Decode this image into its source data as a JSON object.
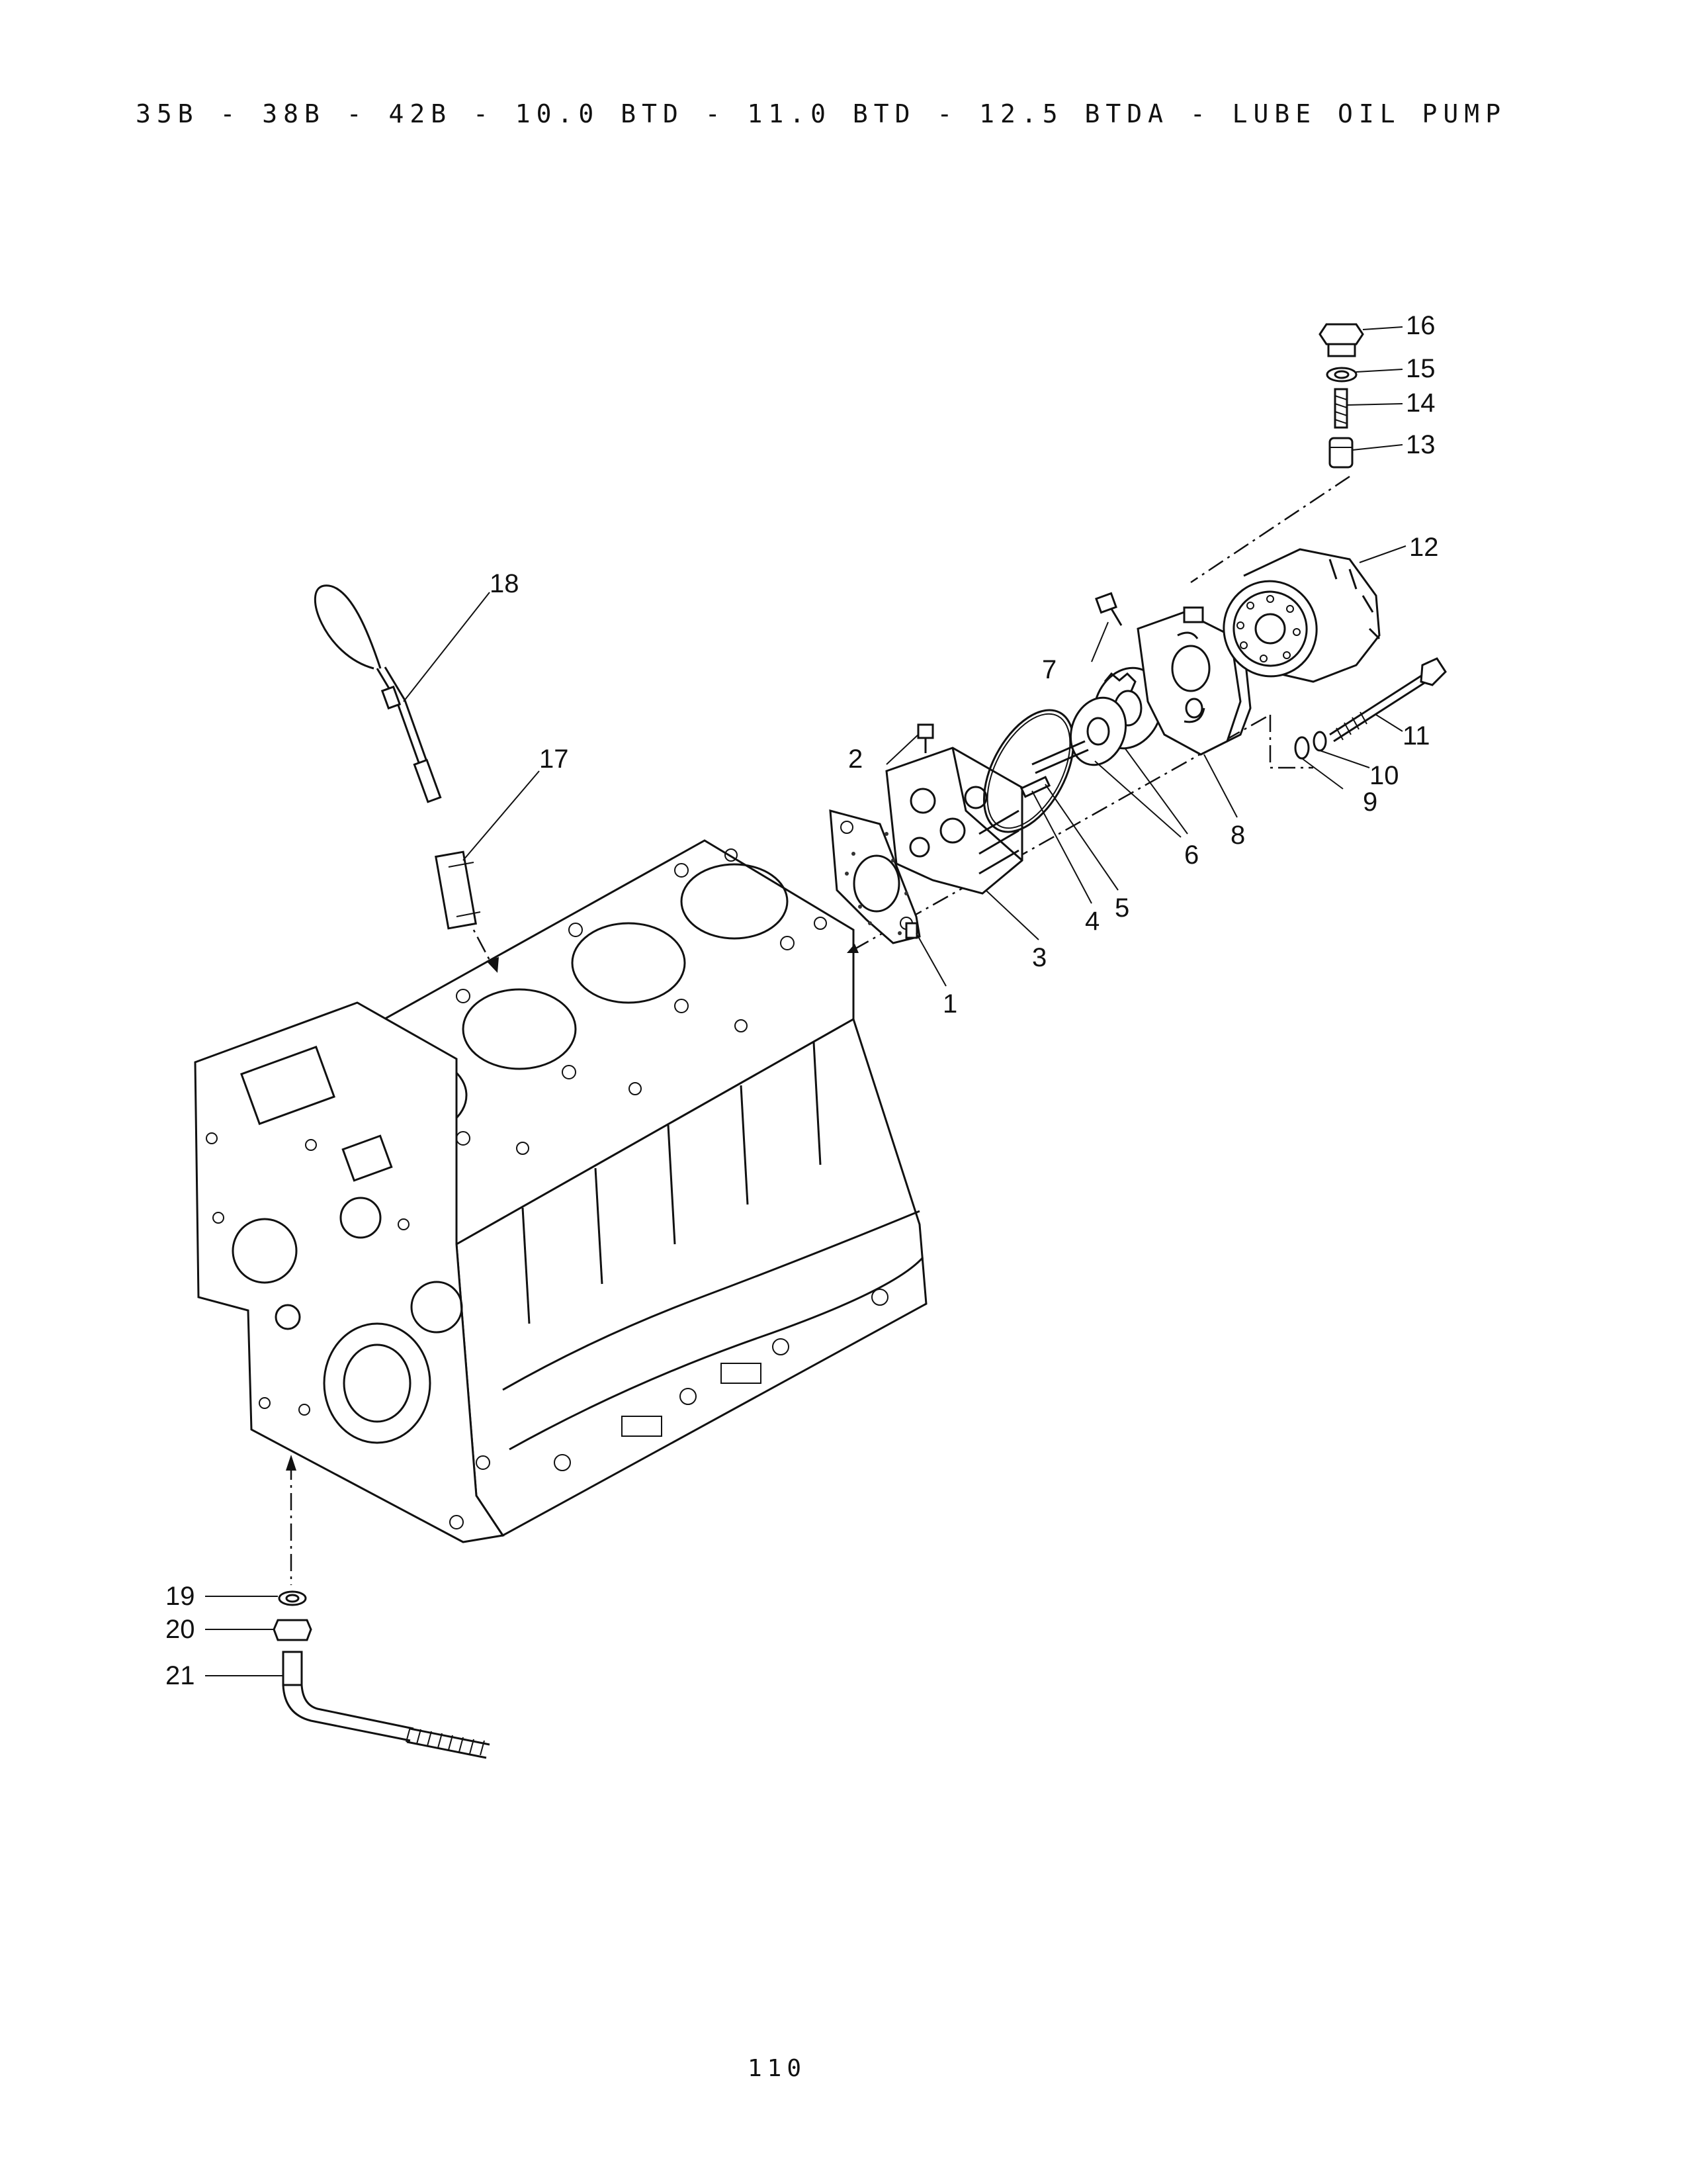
{
  "header": {
    "title": "35B - 38B - 42B - 10.0 BTD - 11.0 BTD - 12.5 BTDA - LUBE OIL PUMP"
  },
  "footer": {
    "page_number": "110"
  },
  "callouts": [
    "1",
    "2",
    "3",
    "4",
    "5",
    "6",
    "7",
    "8",
    "9",
    "10",
    "11",
    "12",
    "13",
    "14",
    "15",
    "16",
    "17",
    "18",
    "19",
    "20",
    "21"
  ]
}
